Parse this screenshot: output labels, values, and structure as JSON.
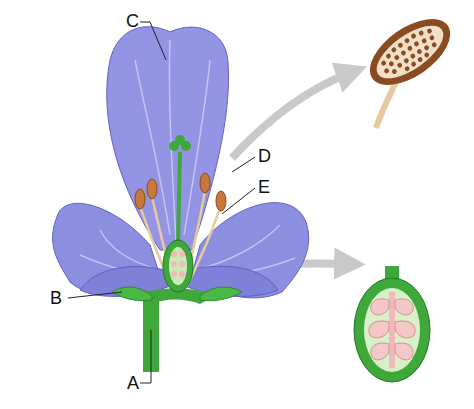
{
  "diagram": {
    "labels": [
      "C",
      "D",
      "E",
      "B",
      "A"
    ]
  }
}
